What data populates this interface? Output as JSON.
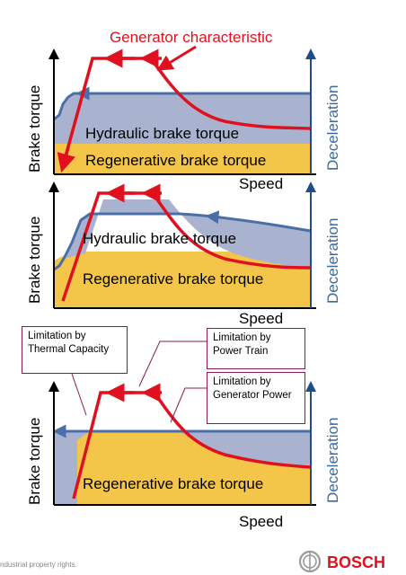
{
  "title": "Generator characteristic",
  "axis": {
    "y_label": "Brake torque",
    "x_label": "Speed",
    "right_label": "Deceleration"
  },
  "panels": [
    {
      "hydraulic_label": "Hydraulic brake torque",
      "regenerative_label": "Regenerative brake torque"
    },
    {
      "hydraulic_label": "Hydraulic brake torque",
      "regenerative_label": "Regenerative brake torque"
    },
    {
      "regenerative_label": "Regenerative brake torque"
    }
  ],
  "callouts": {
    "thermal": "Limitation by Thermal Capacity",
    "power_train": "Limitation by Power Train",
    "generator_power": "Limitation by Generator Power"
  },
  "footer": {
    "rights_text": "ndustrial property rights.",
    "brand": "BOSCH"
  },
  "colors": {
    "generator_curve": "#e0101e",
    "deceleration_line": "#4a6fa8",
    "hydraulic_fill": "#a9b3cf",
    "regenerative_fill": "#f3c64a",
    "axis": "#000000",
    "right_axis_text": "#3a6aa0",
    "callout_border": "#8b1a4a"
  }
}
